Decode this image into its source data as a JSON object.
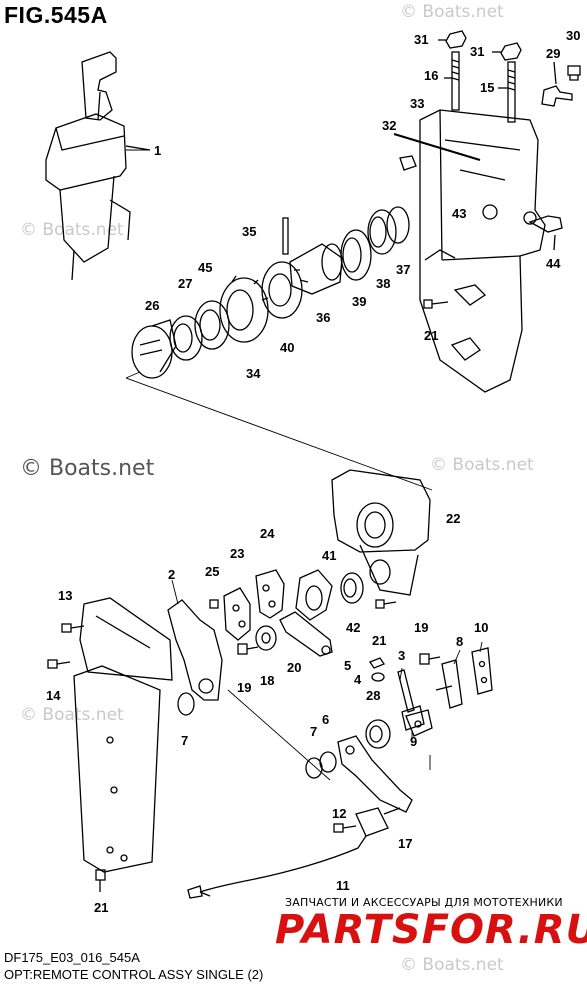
{
  "figure": {
    "title": "FIG.545A",
    "model_code": "DF175_E03_016_545A",
    "caption": "OPT:REMOTE CONTROL ASSY SINGLE (2)"
  },
  "watermarks": {
    "boats_small": "© Boats.net",
    "boats_large": "© Boats.net",
    "promo_line": "ЗАПЧАСТИ И АКСЕССУАРЫ ДЛЯ МОТОТЕХНИКИ",
    "brand": "PARTSFOR.RU"
  },
  "callouts": [
    "1",
    "2",
    "3",
    "4",
    "5",
    "6",
    "7",
    "8",
    "9",
    "10",
    "11",
    "12",
    "13",
    "14",
    "15",
    "16",
    "17",
    "18",
    "19",
    "20",
    "21",
    "22",
    "23",
    "24",
    "25",
    "26",
    "27",
    "28",
    "29",
    "30",
    "31",
    "32",
    "33",
    "34",
    "35",
    "36",
    "37",
    "38",
    "39",
    "40",
    "41",
    "42",
    "43",
    "44",
    "45"
  ],
  "colors": {
    "line": "#000000",
    "brand_red": "#d81010",
    "watermark": "#c9c9c9"
  }
}
